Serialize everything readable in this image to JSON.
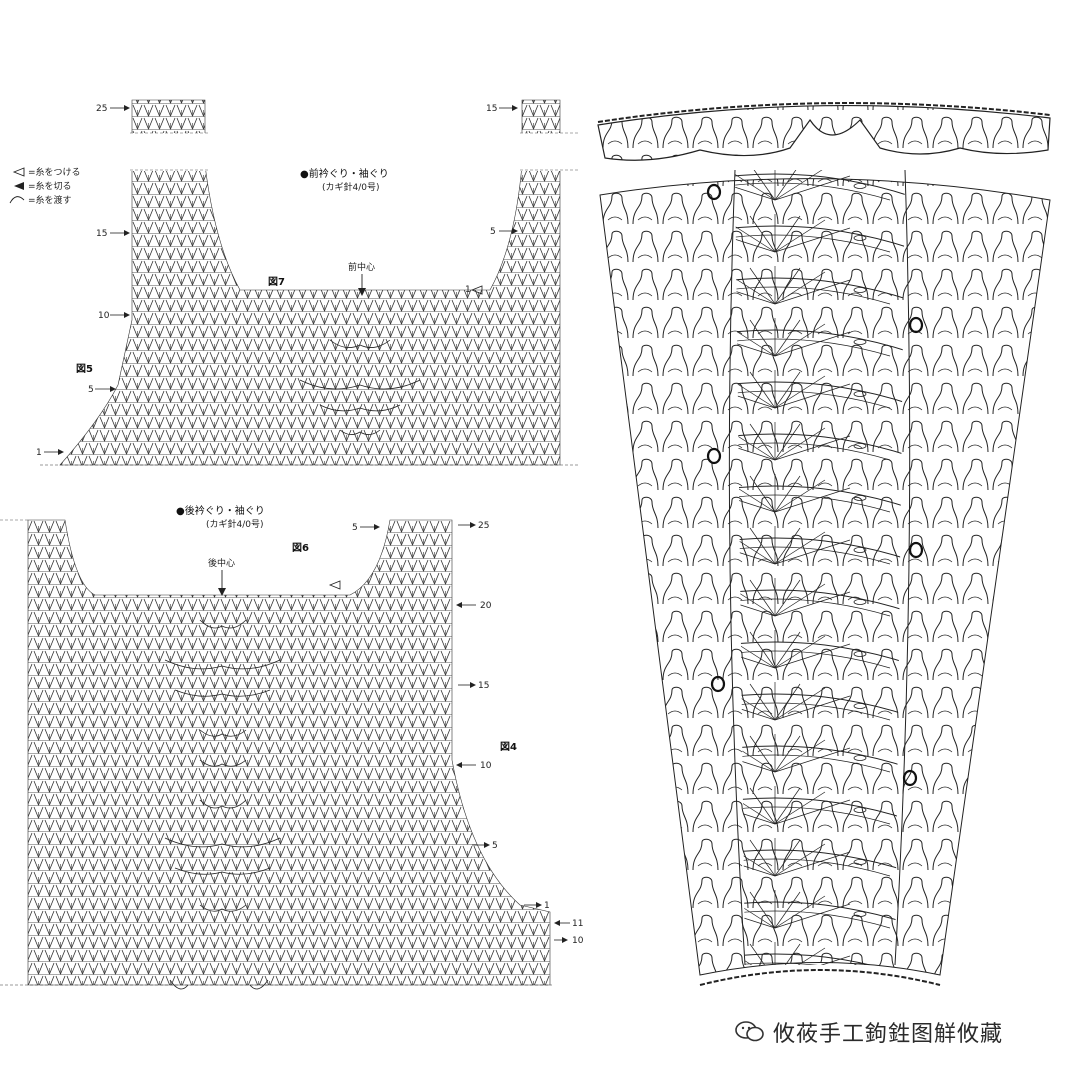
{
  "legend": {
    "items": [
      {
        "symbol": "triangle-open-icon",
        "text": "=糸をつける"
      },
      {
        "symbol": "triangle-filled-icon",
        "text": "=糸を切る"
      },
      {
        "symbol": "wave-line-icon",
        "text": "=糸を渡す"
      }
    ]
  },
  "front": {
    "title": "●前衿ぐり・袖ぐり",
    "hook": "(カギ針4/0号)",
    "center_label": "前中心",
    "fig_main": "図7",
    "fig_side": "図5",
    "rows_left": [
      "25",
      "15",
      "10",
      "5",
      "1"
    ],
    "rows_right": [
      "15",
      "5",
      "1"
    ]
  },
  "back": {
    "title": "●後衿ぐり・袖ぐり",
    "hook": "(カギ針4/0号)",
    "center_label": "後中心",
    "fig_main": "図6",
    "fig_side": "図4",
    "row_top_left": "5",
    "rows_right": [
      "25",
      "20",
      "15",
      "10",
      "5",
      "1",
      "11",
      "10"
    ]
  },
  "watermark": {
    "text": "攸莜手工鉤鉎图觧攸藏",
    "logo": "wechat-logo-icon"
  }
}
